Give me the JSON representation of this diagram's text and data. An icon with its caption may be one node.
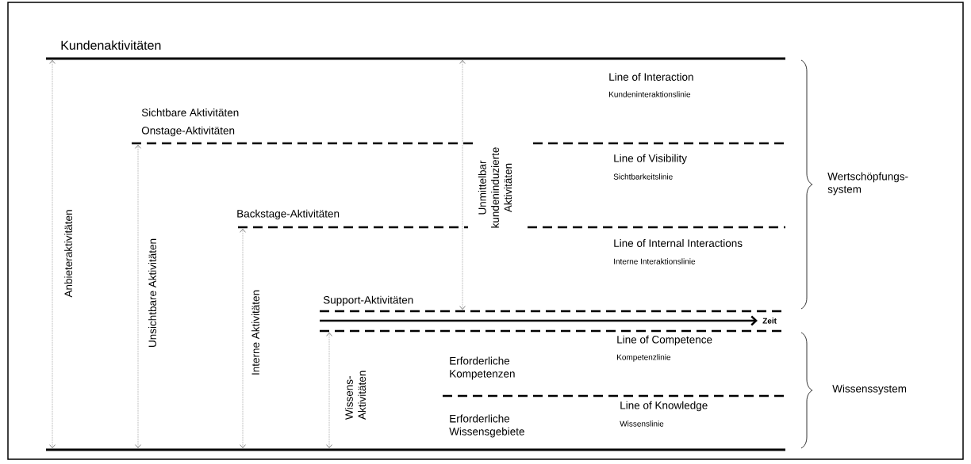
{
  "diagram": {
    "labels": [
      "Kundenaktivitäten",
      "Line of Interaction",
      "Kundeninteraktionslinie",
      "Sichtbare Aktivitäten",
      "Onstage-Aktivitäten",
      "Line of Visibility",
      "Sichtbarkeitslinie",
      "Wertschöpfungs-system",
      "Anbieteraktivitäten",
      "Unsichtbare Aktivitäten",
      "Interne Aktivitäten",
      "Unmittelbar kundeninduzierte Aktivitäten",
      "Backstage-Aktivitäten",
      "Line of Internal Interactions",
      "Interne Interaktionslinie",
      "Support-Aktivitäten",
      "Zeit",
      "Line of Competence",
      "Kompetenzlinie",
      "Erforderliche Kompetenzen",
      "Wissens-Aktivitäten",
      "Wissenssystem",
      "Erforderliche Wissensgebiete",
      "Line of Knowledge",
      "Wissenslinie"
    ]
  }
}
